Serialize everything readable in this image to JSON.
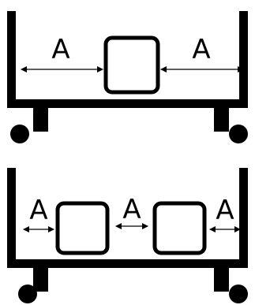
{
  "diagram": {
    "top": {
      "labels": [
        "A",
        "A"
      ]
    },
    "bottom": {
      "labels": [
        "A",
        "A",
        "A"
      ]
    }
  },
  "colors": {
    "stroke": "#000000",
    "background": "#ffffff"
  }
}
